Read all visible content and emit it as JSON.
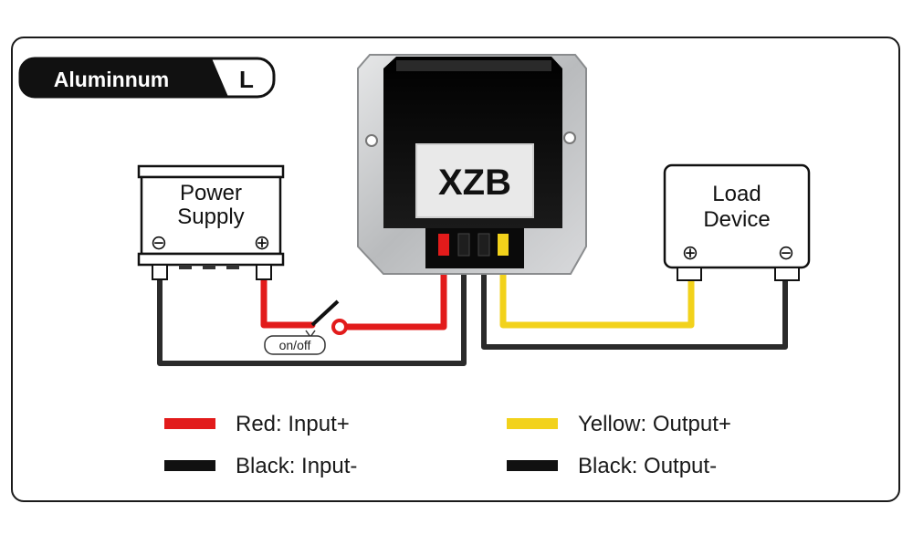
{
  "badge": {
    "material": "Aluminnum",
    "size": "L"
  },
  "module": {
    "brand": "XZB"
  },
  "power_supply": {
    "label_line1": "Power",
    "label_line2": "Supply"
  },
  "load_device": {
    "label_line1": "Load",
    "label_line2": "Device"
  },
  "switch": {
    "label": "on/off"
  },
  "terminals": {
    "plus": "⊕",
    "minus": "⊖"
  },
  "legend": [
    {
      "label": "Red: Input+",
      "color": "#e21b1b"
    },
    {
      "label": "Black: Input-",
      "color": "#111111"
    },
    {
      "label": "Yellow: Output+",
      "color": "#f2d21b"
    },
    {
      "label": "Black: Output-",
      "color": "#111111"
    }
  ],
  "colors": {
    "red_wire": "#e21b1b",
    "yellow_wire": "#f2d21b",
    "black_wire": "#2b2b2b",
    "aluminum": "#c9cbcd"
  }
}
